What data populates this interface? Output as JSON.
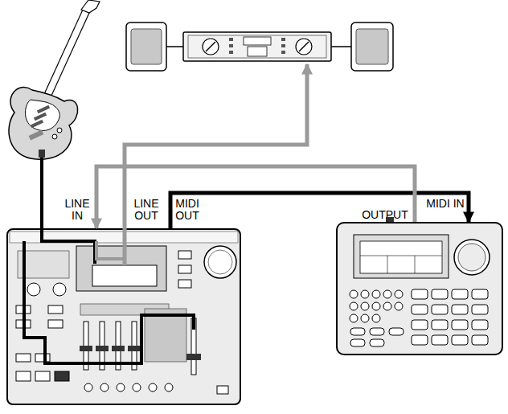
{
  "diagram": {
    "nodes": [
      {
        "text": [
          "LINE IN",
          "LINE OUT",
          "MIDI OUT"
        ]
      },
      {
        "text": [
          "OUTPUT",
          "MIDI IN"
        ]
      }
    ],
    "edges": [
      {
        "from": 0,
        "to": 1,
        "arrow": "to"
      },
      {
        "from": 1,
        "to": 0,
        "arrow": "to"
      }
    ]
  }
}
